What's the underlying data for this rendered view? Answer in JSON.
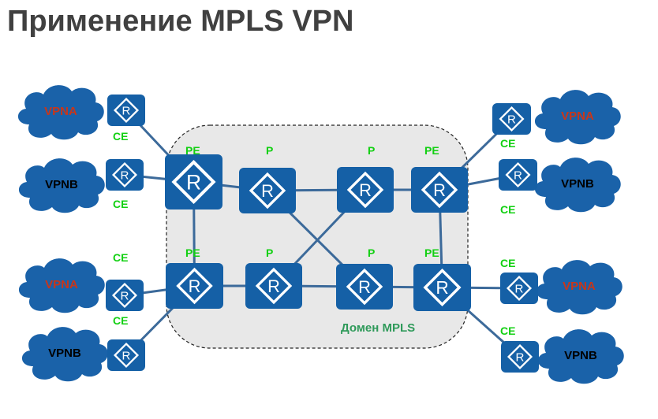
{
  "title": "Применение MPLS VPN",
  "domain_label": "Домен MPLS",
  "colors": {
    "router": "#1560a6",
    "cloud": "#1a62a9",
    "link": "#3c6a9a",
    "role_label": "#12d012",
    "vpna_text": "#c8361a",
    "vpnb_text": "#000000",
    "domain_fill": "#e8e8e8",
    "domain_text": "#2f9a5a"
  },
  "router_icon": "router-r-diamond-icon",
  "router_glyph": "R",
  "core_routers": [
    {
      "id": "pe-top-left",
      "role": "PE"
    },
    {
      "id": "p-top-left",
      "role": "P"
    },
    {
      "id": "p-top-right",
      "role": "P"
    },
    {
      "id": "pe-top-right",
      "role": "PE"
    },
    {
      "id": "pe-bottom-left",
      "role": "PE"
    },
    {
      "id": "p-bottom-left",
      "role": "P"
    },
    {
      "id": "p-bottom-right",
      "role": "P"
    },
    {
      "id": "pe-bottom-right",
      "role": "PE"
    }
  ],
  "ce_routers": [
    {
      "id": "ce-left-1",
      "role": "CE",
      "vpn": "VPNA"
    },
    {
      "id": "ce-left-2",
      "role": "CE",
      "vpn": "VPNB"
    },
    {
      "id": "ce-left-3",
      "role": "CE",
      "vpn": "VPNA"
    },
    {
      "id": "ce-left-4",
      "role": "CE",
      "vpn": "VPNB"
    },
    {
      "id": "ce-right-1",
      "role": "CE",
      "vpn": "VPNA"
    },
    {
      "id": "ce-right-2",
      "role": "CE",
      "vpn": "VPNB"
    },
    {
      "id": "ce-right-3",
      "role": "CE",
      "vpn": "VPNA"
    },
    {
      "id": "ce-right-4",
      "role": "CE",
      "vpn": "VPNB"
    }
  ],
  "clouds": [
    {
      "id": "cloud-left-1",
      "label": "VPNA"
    },
    {
      "id": "cloud-left-2",
      "label": "VPNB"
    },
    {
      "id": "cloud-left-3",
      "label": "VPNA"
    },
    {
      "id": "cloud-left-4",
      "label": "VPNB"
    },
    {
      "id": "cloud-right-1",
      "label": "VPNA"
    },
    {
      "id": "cloud-right-2",
      "label": "VPNB"
    },
    {
      "id": "cloud-right-3",
      "label": "VPNA"
    },
    {
      "id": "cloud-right-4",
      "label": "VPNB"
    }
  ],
  "links": [
    [
      "ce-left-1",
      "pe-top-left"
    ],
    [
      "ce-left-2",
      "pe-top-left"
    ],
    [
      "ce-left-3",
      "pe-bottom-left"
    ],
    [
      "ce-left-4",
      "pe-bottom-left"
    ],
    [
      "ce-right-1",
      "pe-top-right"
    ],
    [
      "ce-right-2",
      "pe-top-right"
    ],
    [
      "ce-right-3",
      "pe-bottom-right"
    ],
    [
      "ce-right-4",
      "pe-bottom-right"
    ],
    [
      "pe-top-left",
      "p-top-left"
    ],
    [
      "p-top-left",
      "p-top-right"
    ],
    [
      "p-top-right",
      "pe-top-right"
    ],
    [
      "pe-bottom-left",
      "p-bottom-left"
    ],
    [
      "p-bottom-left",
      "p-bottom-right"
    ],
    [
      "p-bottom-right",
      "pe-bottom-right"
    ],
    [
      "pe-top-left",
      "pe-bottom-left"
    ],
    [
      "pe-top-right",
      "pe-bottom-right"
    ],
    [
      "p-top-left",
      "p-bottom-right"
    ],
    [
      "p-top-right",
      "p-bottom-left"
    ]
  ]
}
